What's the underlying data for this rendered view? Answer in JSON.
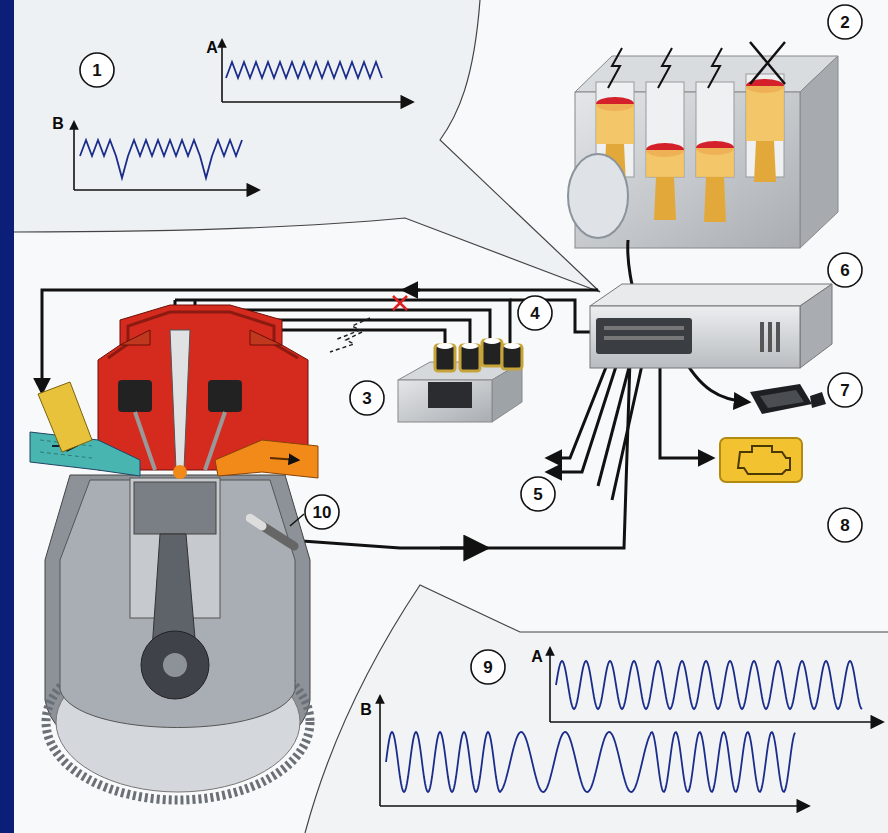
{
  "diagram": {
    "labels": [
      "1",
      "A",
      "B",
      "2",
      "6",
      "4",
      "7",
      "3",
      "5",
      "8",
      "10",
      "9",
      "A",
      "B"
    ]
  }
}
